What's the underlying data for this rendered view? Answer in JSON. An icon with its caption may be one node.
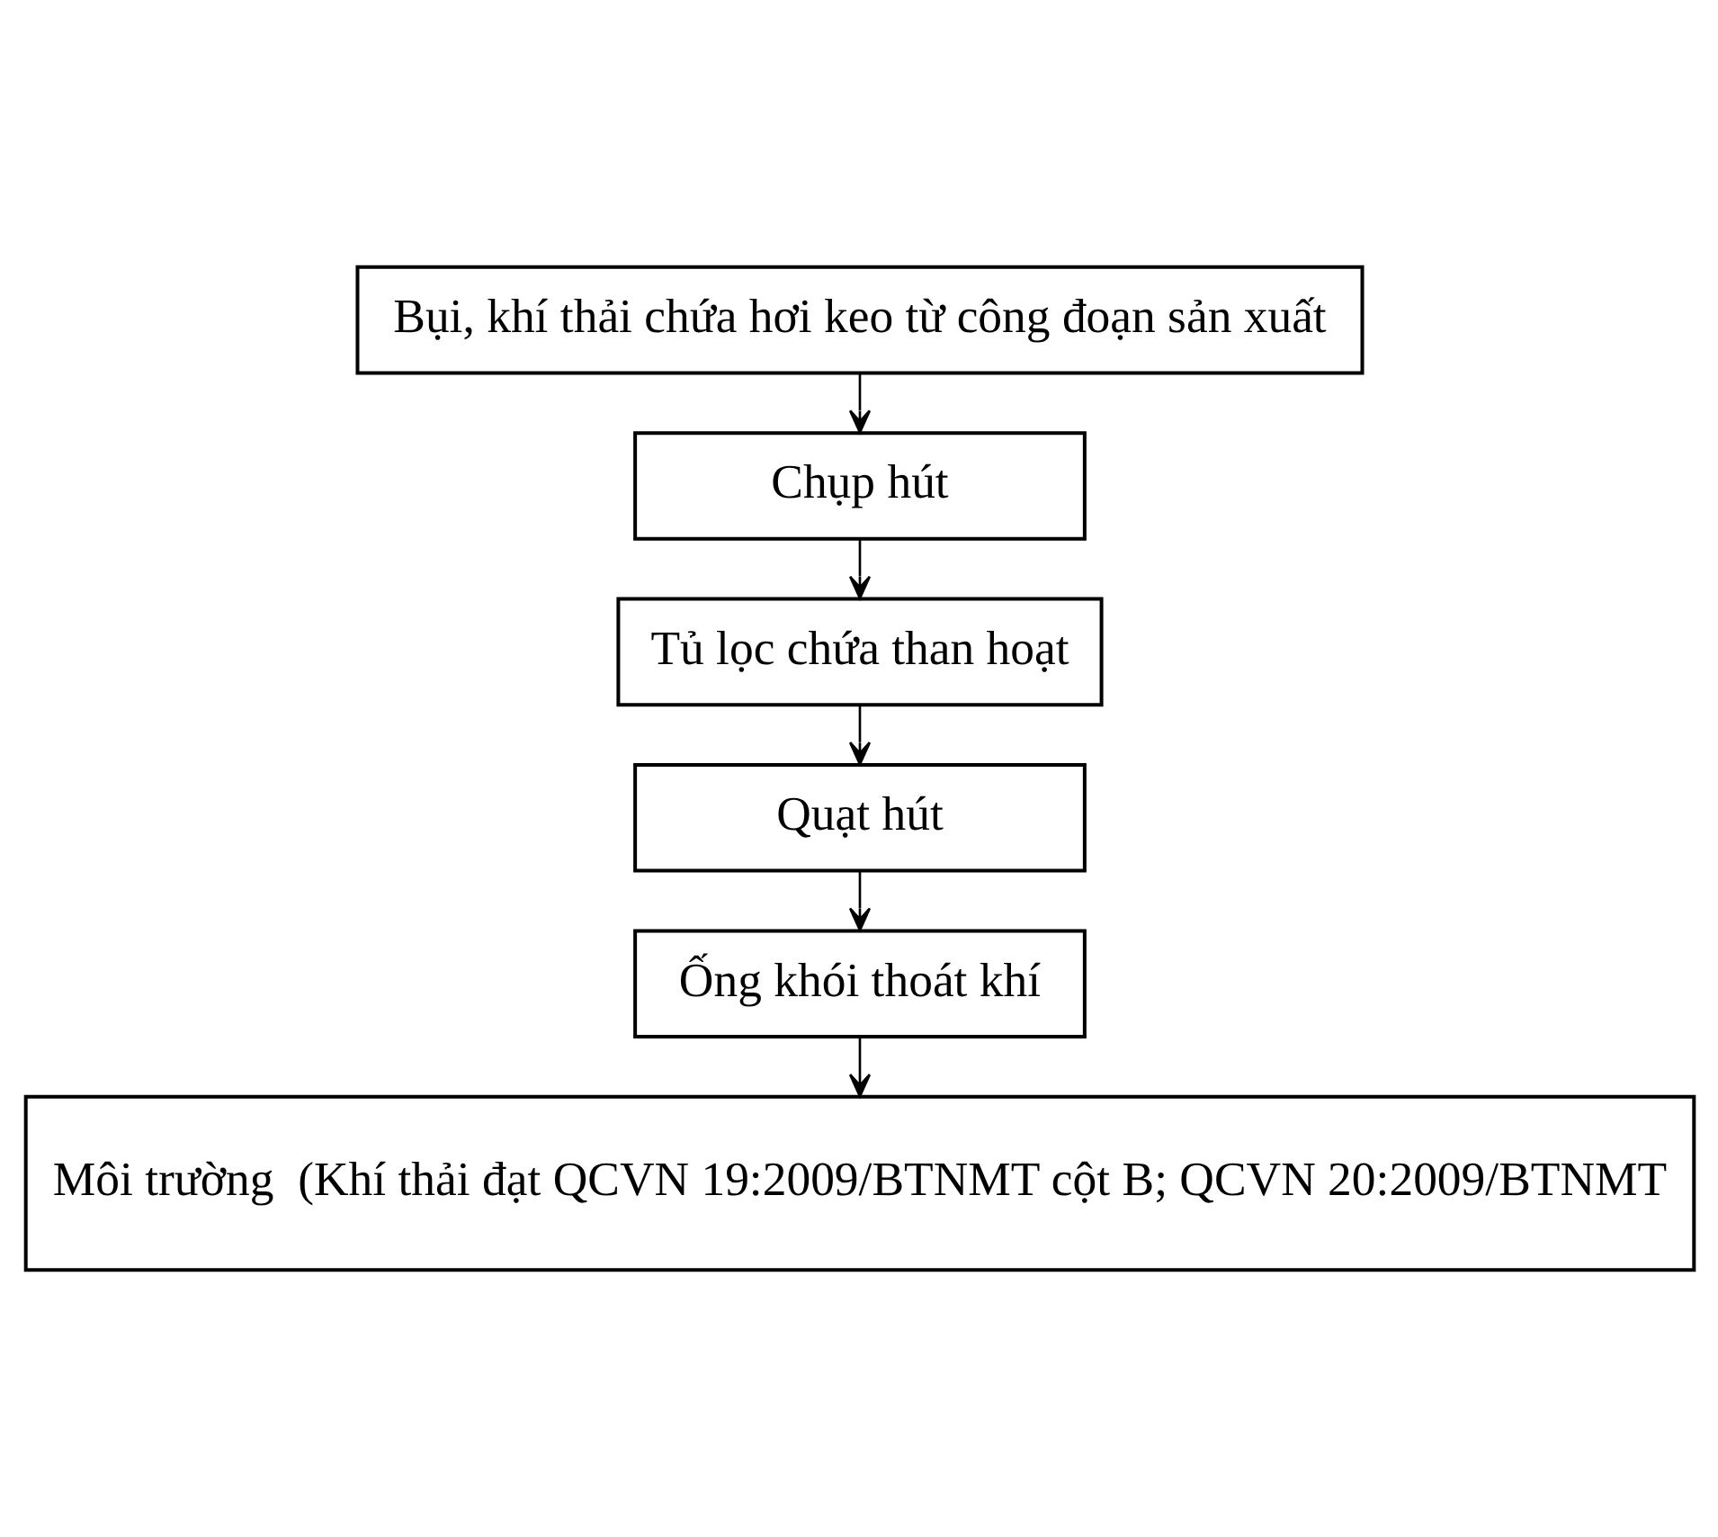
{
  "diagram": {
    "nodes": [
      {
        "text": [
          "Bụi, khí thải chứa hơi keo từ công đoạn sản xuất"
        ]
      },
      {
        "text": [
          "Chụp hút"
        ]
      },
      {
        "text": [
          "Tủ lọc chứa than hoạt"
        ]
      },
      {
        "text": [
          "Quạt hút"
        ]
      },
      {
        "text": [
          "Ống khói thoát khí"
        ]
      },
      {
        "text": [
          "Môi trường  (Khí thải đạt QCVN 19:2009/BTNMT cột B; QCVN 20:2009/BTNMT"
        ]
      }
    ],
    "edges": [
      {
        "from": 0,
        "to": 1,
        "arrow": "to"
      },
      {
        "from": 1,
        "to": 2,
        "arrow": "to"
      },
      {
        "from": 2,
        "to": 3,
        "arrow": "to"
      },
      {
        "from": 3,
        "to": 4,
        "arrow": "to"
      },
      {
        "from": 4,
        "to": 5,
        "arrow": "to"
      }
    ]
  }
}
